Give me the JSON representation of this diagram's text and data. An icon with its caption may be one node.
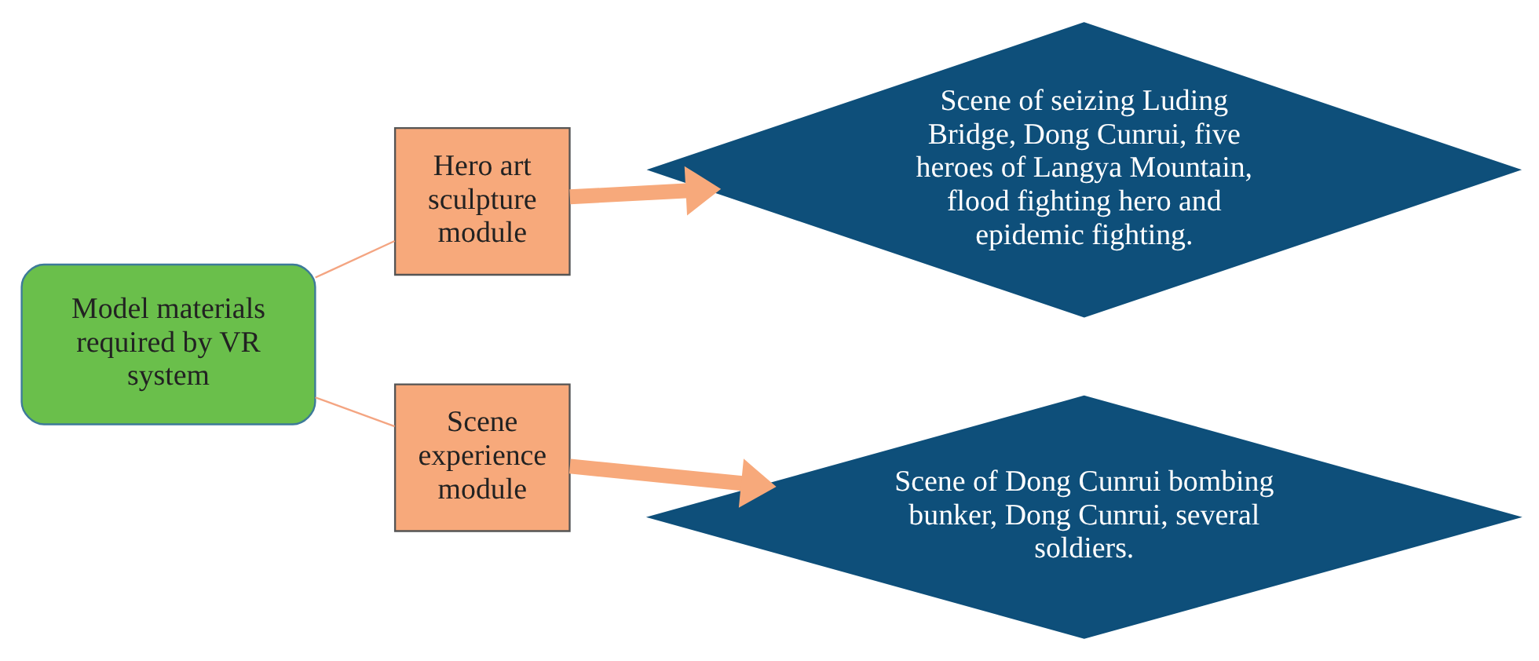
{
  "diagram": {
    "nodes": [
      {
        "text": [
          "Model materials required by VR system"
        ]
      },
      {
        "text": [
          "Hero art sculpture module"
        ]
      },
      {
        "text": [
          "Scene experience module"
        ]
      },
      {
        "text": [
          "Scene of seizing Luding Bridge, Dong Cunrui, five heroes of Langya Mountain, flood fighting hero and epidemic fighting."
        ]
      },
      {
        "text": [
          "Scene of Dong Cunrui bombing bunker, Dong Cunrui, several soldiers."
        ]
      }
    ],
    "edges": [
      {
        "from": 0,
        "to": 1,
        "arrow": "none"
      },
      {
        "from": 0,
        "to": 2,
        "arrow": "none"
      },
      {
        "from": 1,
        "to": 3,
        "arrow": "to",
        "style": "thick"
      },
      {
        "from": 2,
        "to": 4,
        "arrow": "to",
        "style": "thick"
      }
    ]
  }
}
